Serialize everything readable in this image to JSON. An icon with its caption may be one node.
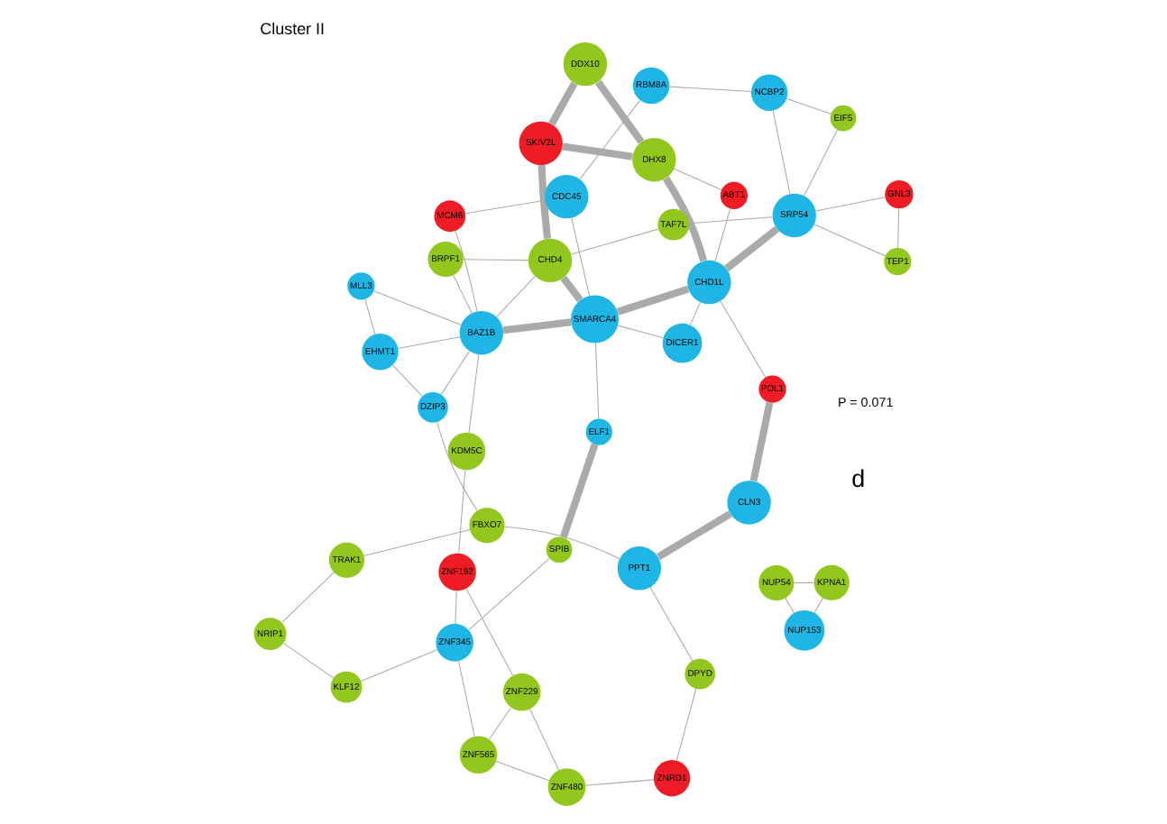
{
  "diagram": {
    "title": "Cluster II",
    "nodes": [
      {
        "text": [
          "SPIB"
        ]
      },
      {
        "text": [
          "ELF1"
        ]
      },
      {
        "text": [
          "ZNF565"
        ]
      },
      {
        "text": [
          "ZNF345"
        ]
      },
      {
        "text": [
          "POL1"
        ]
      },
      {
        "text": [
          "ABT1"
        ]
      },
      {
        "text": [
          "DHX8"
        ]
      },
      {
        "text": [
          "ZNF480"
        ]
      },
      {
        "text": [
          "DDX10"
        ]
      },
      {
        "text": [
          "ZNF229"
        ]
      },
      {
        "text": [
          "CLN3"
        ]
      },
      {
        "text": [
          "KLF12"
        ]
      },
      {
        "text": [
          "DICER1"
        ]
      },
      {
        "text": [
          "CHD1L"
        ]
      },
      {
        "text": [
          "SKIV2L"
        ]
      },
      {
        "text": [
          "ZNRD1"
        ]
      },
      {
        "text": [
          "ZNF192"
        ]
      },
      {
        "text": [
          "GNL3"
        ]
      },
      {
        "text": [
          "DPYD"
        ]
      },
      {
        "text": [
          "KDM5C"
        ]
      },
      {
        "text": [
          "NRIP1"
        ]
      },
      {
        "text": [
          "SMARCA4"
        ]
      },
      {
        "text": [
          "PPT1"
        ]
      },
      {
        "text": [
          "SRP54"
        ]
      },
      {
        "text": [
          "CHD4"
        ]
      },
      {
        "text": [
          "TEP1"
        ]
      },
      {
        "text": [
          "TRAK1"
        ]
      },
      {
        "text": [
          "NUP54"
        ]
      },
      {
        "text": [
          "FBXO7"
        ]
      },
      {
        "text": [
          "BAZ1B"
        ]
      },
      {
        "text": [
          "TAF7L"
        ]
      },
      {
        "text": [
          "BRPF1"
        ]
      },
      {
        "text": [
          "EIF5"
        ]
      },
      {
        "text": [
          "DZIP3"
        ]
      },
      {
        "text": [
          "KPNA1"
        ]
      },
      {
        "text": [
          "NUP153"
        ]
      },
      {
        "text": [
          "EHMT1"
        ]
      },
      {
        "text": [
          "MLL3"
        ]
      },
      {
        "text": [
          "MCM6"
        ]
      },
      {
        "text": [
          "CDC45"
        ]
      },
      {
        "text": [
          "RBM8A"
        ]
      },
      {
        "text": [
          "NCBP2"
        ]
      }
    ],
    "edges": [
      {
        "from": 0,
        "to": 1,
        "arrow": "none",
        "style": "thick"
      },
      {
        "from": 0,
        "to": 3,
        "arrow": "none"
      },
      {
        "from": 2,
        "to": 3,
        "arrow": "none"
      },
      {
        "from": 2,
        "to": 7,
        "arrow": "none"
      },
      {
        "from": 2,
        "to": 9,
        "arrow": "none"
      },
      {
        "from": 7,
        "to": 9,
        "arrow": "none"
      },
      {
        "from": 7,
        "to": 15,
        "arrow": "none"
      },
      {
        "from": 9,
        "to": 16,
        "arrow": "none"
      },
      {
        "from": 3,
        "to": 16,
        "arrow": "none"
      },
      {
        "from": 3,
        "to": 11,
        "arrow": "none"
      },
      {
        "from": 1,
        "to": 21,
        "arrow": "none"
      },
      {
        "from": 10,
        "to": 4,
        "arrow": "none",
        "style": "thick"
      },
      {
        "from": 4,
        "to": 13,
        "arrow": "none"
      },
      {
        "from": 5,
        "to": 13,
        "arrow": "none"
      },
      {
        "from": 5,
        "to": 6,
        "arrow": "none"
      },
      {
        "from": 6,
        "to": 13,
        "arrow": "none",
        "style": "thick"
      },
      {
        "from": 6,
        "to": 14,
        "arrow": "none",
        "style": "thick"
      },
      {
        "from": 6,
        "to": 8,
        "arrow": "none",
        "style": "thick"
      },
      {
        "from": 8,
        "to": 14,
        "arrow": "none",
        "style": "thick"
      },
      {
        "from": 14,
        "to": 24,
        "arrow": "none",
        "style": "thick"
      },
      {
        "from": 10,
        "to": 22,
        "arrow": "none",
        "style": "thick"
      },
      {
        "from": 16,
        "to": 19,
        "arrow": "none"
      },
      {
        "from": 19,
        "to": 29,
        "arrow": "none"
      },
      {
        "from": 11,
        "to": 20,
        "arrow": "none"
      },
      {
        "from": 20,
        "to": 26,
        "arrow": "none"
      },
      {
        "from": 12,
        "to": 21,
        "arrow": "none"
      },
      {
        "from": 12,
        "to": 13,
        "arrow": "none"
      },
      {
        "from": 13,
        "to": 21,
        "arrow": "none",
        "style": "thick"
      },
      {
        "from": 13,
        "to": 23,
        "arrow": "none",
        "style": "thick"
      },
      {
        "from": 15,
        "to": 18,
        "arrow": "none"
      },
      {
        "from": 18,
        "to": 22,
        "arrow": "none"
      },
      {
        "from": 22,
        "to": 28,
        "arrow": "none"
      },
      {
        "from": 21,
        "to": 29,
        "arrow": "none",
        "style": "thick"
      },
      {
        "from": 21,
        "to": 24,
        "arrow": "none",
        "style": "thick"
      },
      {
        "from": 21,
        "to": 39,
        "arrow": "none"
      },
      {
        "from": 17,
        "to": 23,
        "arrow": "none"
      },
      {
        "from": 17,
        "to": 25,
        "arrow": "none"
      },
      {
        "from": 23,
        "to": 25,
        "arrow": "none"
      },
      {
        "from": 23,
        "to": 30,
        "arrow": "none"
      },
      {
        "from": 23,
        "to": 41,
        "arrow": "none"
      },
      {
        "from": 23,
        "to": 32,
        "arrow": "none"
      },
      {
        "from": 24,
        "to": 29,
        "arrow": "none"
      },
      {
        "from": 24,
        "to": 30,
        "arrow": "none"
      },
      {
        "from": 24,
        "to": 31,
        "arrow": "none"
      },
      {
        "from": 29,
        "to": 31,
        "arrow": "none"
      },
      {
        "from": 29,
        "to": 33,
        "arrow": "none"
      },
      {
        "from": 29,
        "to": 36,
        "arrow": "none"
      },
      {
        "from": 29,
        "to": 37,
        "arrow": "none"
      },
      {
        "from": 29,
        "to": 38,
        "arrow": "none"
      },
      {
        "from": 28,
        "to": 26,
        "arrow": "none"
      },
      {
        "from": 28,
        "to": 33,
        "arrow": "none"
      },
      {
        "from": 33,
        "to": 36,
        "arrow": "none"
      },
      {
        "from": 27,
        "to": 34,
        "arrow": "none"
      },
      {
        "from": 27,
        "to": 35,
        "arrow": "none"
      },
      {
        "from": 34,
        "to": 35,
        "arrow": "none"
      },
      {
        "from": 36,
        "to": 37,
        "arrow": "none"
      },
      {
        "from": 38,
        "to": 39,
        "arrow": "none"
      },
      {
        "from": 39,
        "to": 40,
        "arrow": "none"
      },
      {
        "from": 40,
        "to": 41,
        "arrow": "none"
      },
      {
        "from": 41,
        "to": 32,
        "arrow": "none"
      }
    ],
    "labels": [
      "d",
      "P = 0.071"
    ]
  }
}
